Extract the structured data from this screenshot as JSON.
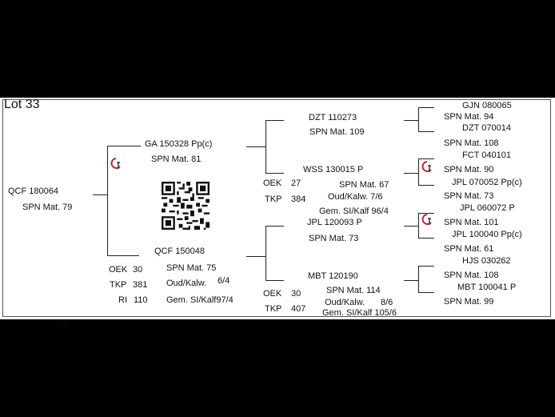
{
  "lot": {
    "title": "Lot 33"
  },
  "subject": {
    "id": "QCF 180064",
    "dam_sire": "SPN Mat. 79"
  },
  "sire": {
    "id": "GA  150328  Pp(c)",
    "sire": "SPN Mat. 81"
  },
  "dam": {
    "id": "QCF 150048",
    "dam_sire": "SPN Mat. 75",
    "stats": [
      {
        "label": "OEK",
        "value": "30"
      },
      {
        "label": "TKP",
        "value": "381"
      },
      {
        "label": "RI",
        "value": "110"
      }
    ],
    "oud_kalw": "Oud/Kalw.",
    "oud_kalw_value": "6/4",
    "gem_si": "Gem. SI/Kalf97/4"
  },
  "grandsire_sire": {
    "id": "DZT 110273",
    "sire": "SPN Mat. 109"
  },
  "grandsire_dam": {
    "id": "WSS 130015   P",
    "stats": [
      {
        "label": "OEK",
        "value": "27"
      },
      {
        "label": "TKP",
        "value": "384"
      }
    ],
    "sire": "SPN Mat. 67",
    "oud_kalw": "Oud/Kalw.  7/6",
    "gem_si": "Gem. SI/Kalf  96/4"
  },
  "granddam_sire": {
    "id": "JPL 120093  P",
    "sire": "SPN Mat. 73"
  },
  "granddam_dam": {
    "id": "MBT 120190",
    "stats": [
      {
        "label": "OEK",
        "value": "30"
      },
      {
        "label": "TKP",
        "value": "407"
      }
    ],
    "sire": "SPN Mat. 114",
    "oud_kalw": "Oud/Kalw.",
    "oud_kalw_value": "8/6",
    "gem_si": "Gem. SI/Kalf  105/6"
  },
  "gen4": [
    "GJN 080065",
    "SPN Mat. 94",
    "DZT 070014",
    "SPN Mat. 108",
    "FCT 040101",
    "SPN Mat. 90",
    "JPL 070052  Pp(c)",
    "SPN Mat. 73",
    "JPL 060072  P",
    "SPN Mat. 101",
    "JPL 100040  Pp(c)",
    "SPN Mat. 61",
    "HJS 030262",
    "SPN Mat. 108",
    "MBT 100041  P",
    "SPN Mat. 99"
  ],
  "cutoff_text": "...",
  "colors": {
    "logo_red": "#c8202a",
    "logo_dark": "#333333"
  },
  "icons": {
    "logo": "breeder-logo-icon",
    "qr": "qr-code-icon"
  }
}
